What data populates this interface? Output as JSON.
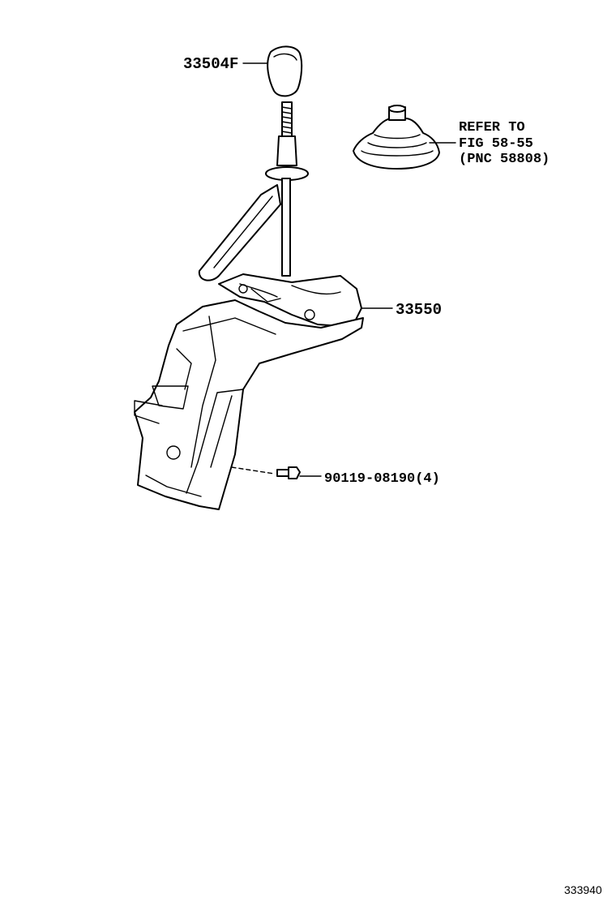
{
  "labels": {
    "knob_part": "33504F",
    "boot_refer_line1": "REFER TO",
    "boot_refer_line2": "FIG 58-55",
    "boot_refer_line3": "(PNC 58808)",
    "shifter_assembly_part": "33550",
    "bolt_part": "90119-08190(4)",
    "figure_id": "333940"
  }
}
